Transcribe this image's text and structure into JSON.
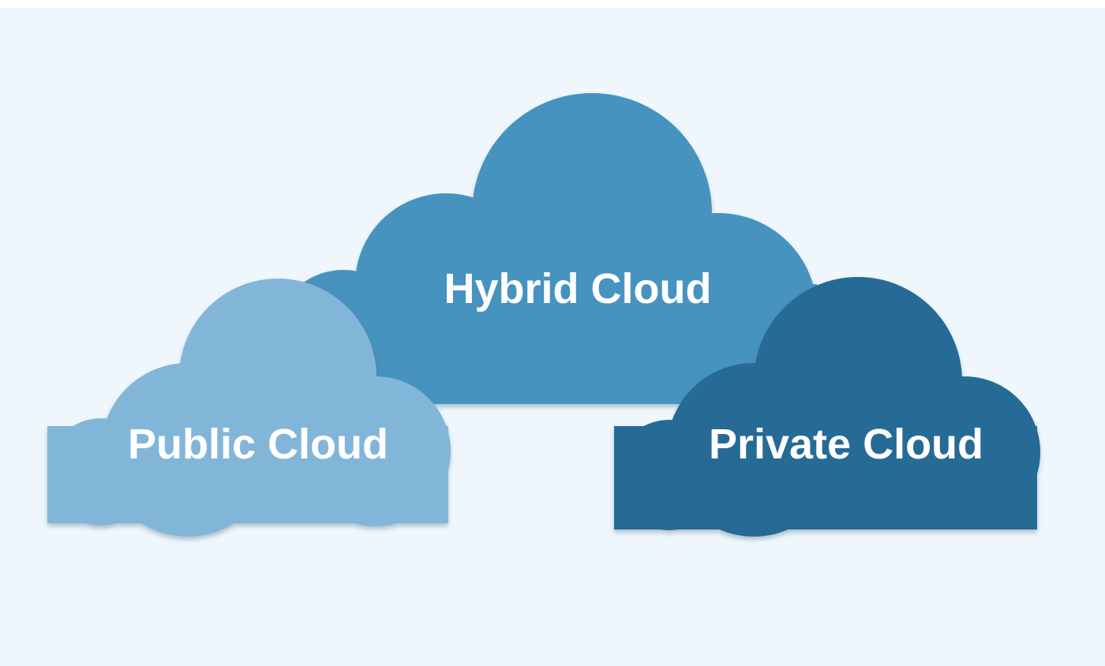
{
  "background_color": "#eff7fd",
  "clouds": {
    "hybrid": {
      "label": "Hybrid Cloud",
      "color": "#4793bf"
    },
    "public": {
      "label": "Public Cloud",
      "color": "#82b6d8"
    },
    "private": {
      "label": "Private Cloud",
      "color": "#256b96"
    }
  }
}
